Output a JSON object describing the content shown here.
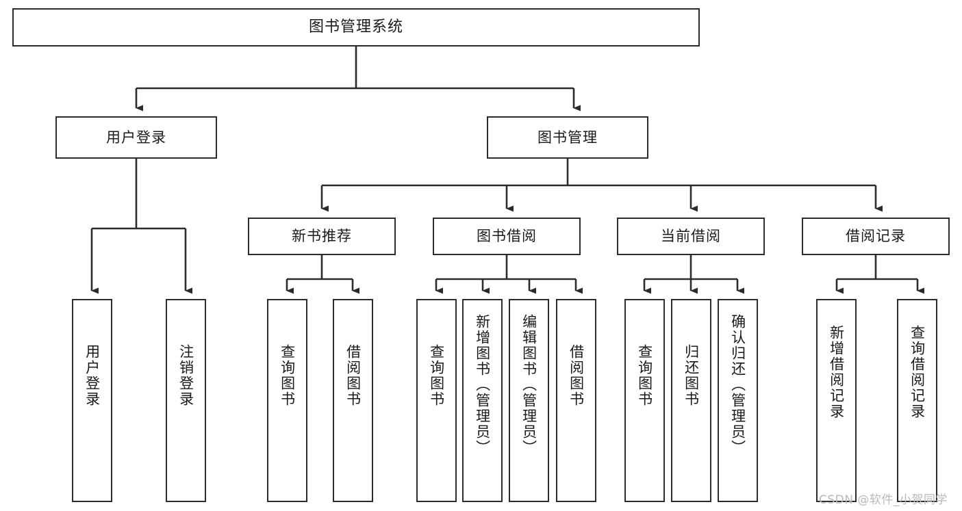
{
  "diagram": {
    "type": "tree-hierarchy-flowchart",
    "title": "图书管理系统",
    "theme": {
      "background": "#ffffff",
      "box_border": "#2b2b2b",
      "box_fill": "#ffffff",
      "text": "#1a1a1a",
      "edge": "#2b2b2b",
      "watermark": "#b9b9b9"
    },
    "nodes": {
      "root": {
        "label": "图书管理系统"
      },
      "level2": [
        {
          "label": "用户登录"
        },
        {
          "label": "图书管理"
        }
      ],
      "level3": [
        {
          "label": "新书推荐"
        },
        {
          "label": "图书借阅"
        },
        {
          "label": "当前借阅"
        },
        {
          "label": "借阅记录"
        }
      ],
      "leaves": {
        "user_login": [
          {
            "label": "用户登录"
          },
          {
            "label": "注销登录"
          }
        ],
        "new_book_recommend": [
          {
            "label": "查询图书"
          },
          {
            "label": "借阅图书"
          }
        ],
        "book_borrow": [
          {
            "label": "查询图书"
          },
          {
            "label": "新增图书（管理员）"
          },
          {
            "label": "编辑图书（管理员）"
          },
          {
            "label": "借阅图书"
          }
        ],
        "current_borrow": [
          {
            "label": "查询图书"
          },
          {
            "label": "归还图书"
          },
          {
            "label": "确认归还（管理员）"
          }
        ],
        "borrow_record": [
          {
            "label": "新增借阅记录"
          },
          {
            "label": "查询借阅记录"
          }
        ]
      }
    },
    "watermark": "CSDN @软件_小贺同学"
  }
}
